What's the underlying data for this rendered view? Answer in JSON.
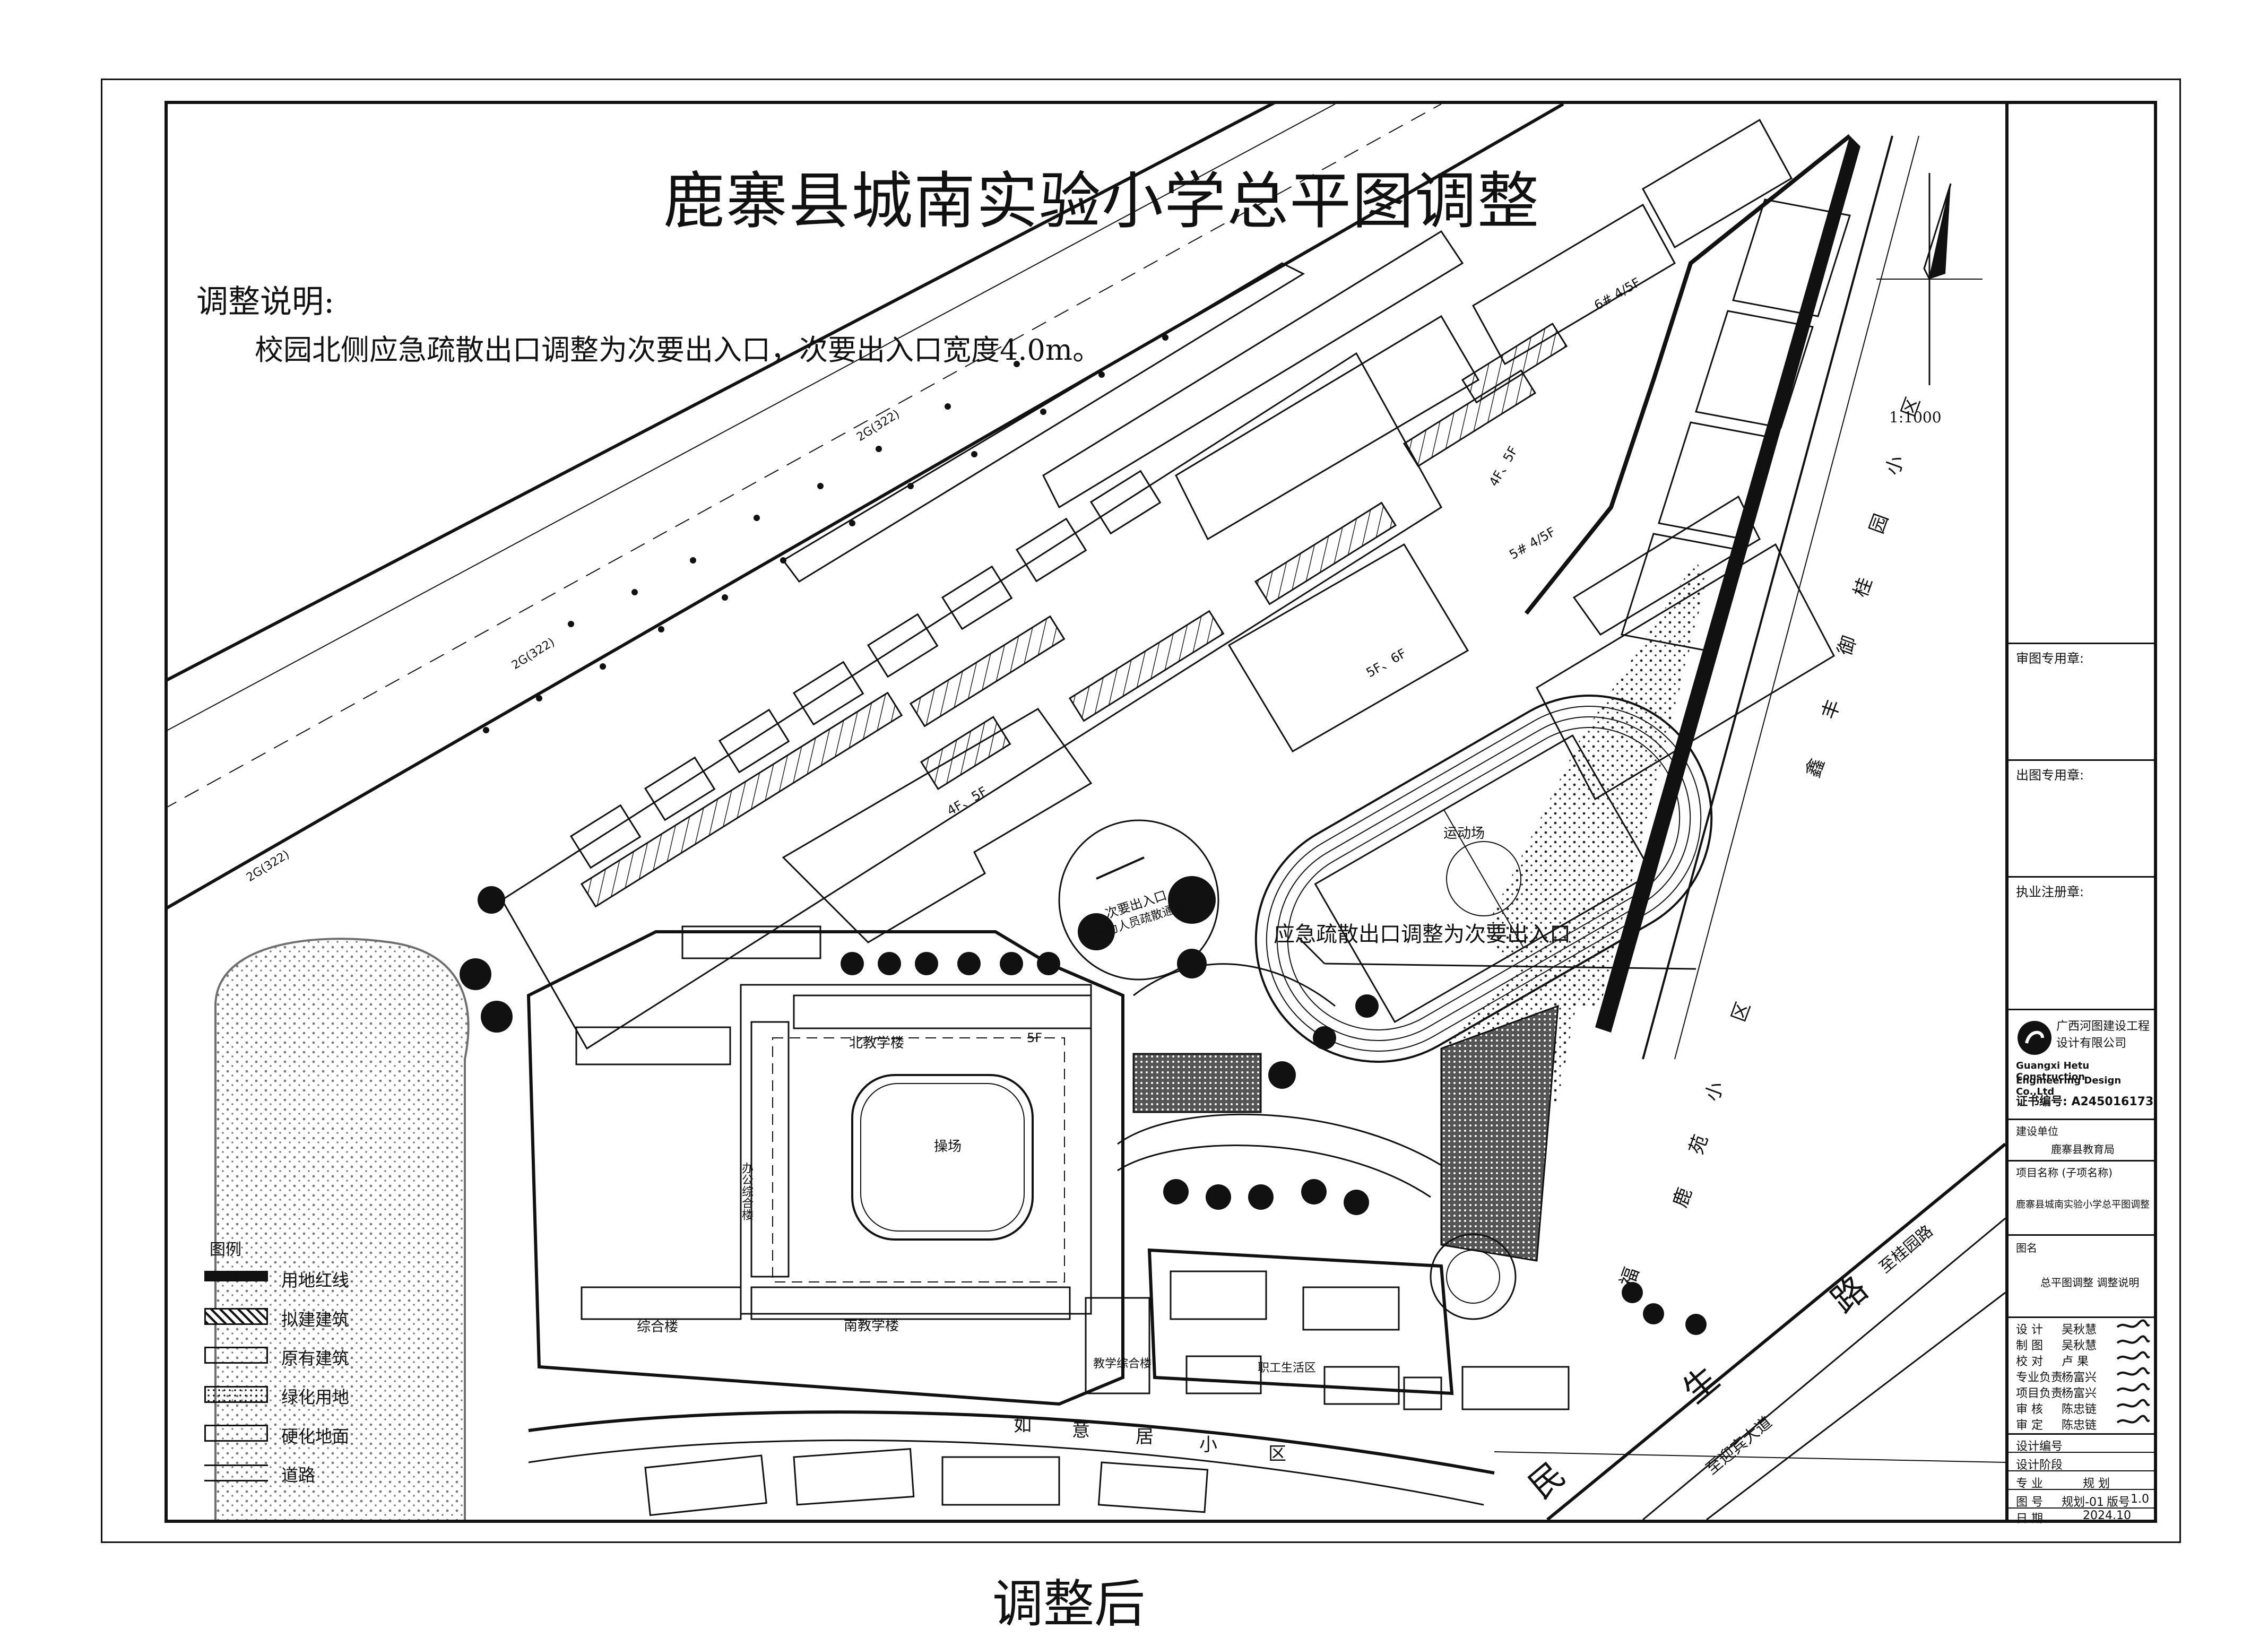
{
  "title": "鹿寨县城南实验小学总平图调整",
  "note": {
    "heading": "调整说明:",
    "body": "校园北侧应急疏散出口调整为次要出入口，次要出入口宽度4.0m。"
  },
  "caption": "调整后",
  "scale": "1:1000",
  "map_labels": {
    "callout": "应急疏散出口调整为次要出入口",
    "secondary_entrance": "次要出入口",
    "secondary_entrance_note": "(仅作为人员疏散通道)",
    "sports_field": "运动场",
    "north_teaching": "北教学楼",
    "south_teaching": "南教学楼",
    "playground": "操场",
    "complex": "综合楼",
    "admin_complex": "办公综合楼",
    "teaching_complex": "教学综合楼",
    "staff_area": "职工生活区",
    "road_minsheng": [
      "民",
      "生",
      "路"
    ],
    "road_to_guiyuan": "至桂园路",
    "road_to_yingbin": "至迎宾大道",
    "yufeng_district": [
      "鑫",
      "丰",
      "御",
      "桂",
      "园",
      "小",
      "区"
    ],
    "fuyuan_district": [
      "福",
      "鹿",
      "苑",
      "小",
      "区"
    ],
    "ruyi_district": [
      "如",
      "意",
      "居",
      "小",
      "区"
    ],
    "road_2g322": "2G(322)",
    "floors_a": "4F、5F",
    "floors_b": "5F、6F",
    "floors_c": "4F、5F",
    "floors_d": "6# 4/5F",
    "floors_e": "5# 4/5F",
    "floor_5f": "5F"
  },
  "legend": {
    "title": "图例",
    "items": [
      "用地红线",
      "拟建建筑",
      "原有建筑",
      "绿化用地",
      "硬化地面",
      "道路"
    ]
  },
  "title_block": {
    "review_stamp": "审图专用章:",
    "issue_stamp": "出图专用章:",
    "practice_stamp": "执业注册章:",
    "company_cn": [
      "广西河图建设工程",
      "设计有限公司"
    ],
    "company_en": [
      "Guangxi Hetu Construction",
      "Engineering Design Co.,Ltd"
    ],
    "certificate": "证书编号: A245016173",
    "client_label": "建设单位",
    "client": "鹿寨县教育局",
    "project_label": "项目名称 (子项名称)",
    "project": "鹿寨县城南实验小学总平图调整",
    "drawing_label": "图名",
    "drawing": "总平图调整  调整说明",
    "staff": [
      {
        "role": "设  计",
        "name": "吴秋慧"
      },
      {
        "role": "制  图",
        "name": "吴秋慧"
      },
      {
        "role": "校  对",
        "name": "卢  果"
      },
      {
        "role": "专业负责",
        "name": "杨富兴"
      },
      {
        "role": "项目负责",
        "name": "杨富兴"
      },
      {
        "role": "审  核",
        "name": "陈忠链"
      },
      {
        "role": "审  定",
        "name": "陈忠链"
      }
    ],
    "design_no_label": "设计编号",
    "design_stage_label": "设计阶段",
    "discipline_label": "专  业",
    "discipline": "规  划",
    "drawing_no_label": "图  号",
    "drawing_no": "规划-01",
    "version_label": "版号",
    "version": "1.0",
    "date_label": "日  期",
    "date": "2024.10"
  },
  "colors": {
    "ink": "#111111",
    "paper": "#ffffff",
    "hatch": "#333333"
  }
}
